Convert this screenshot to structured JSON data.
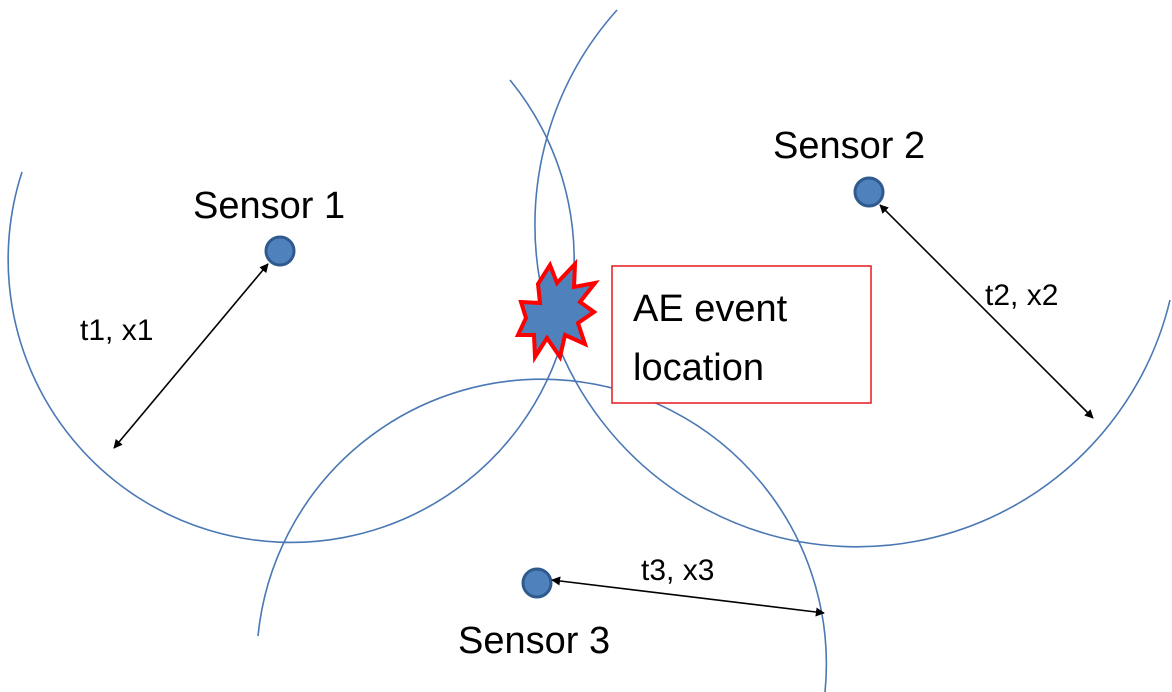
{
  "sensors": [
    {
      "id": "1",
      "label": "Sensor 1",
      "measure": "t1, x1"
    },
    {
      "id": "2",
      "label": "Sensor 2",
      "measure": "t2, x2"
    },
    {
      "id": "3",
      "label": "Sensor 3",
      "measure": "t3, x3"
    }
  ],
  "event": {
    "line1": "AE event",
    "line2": "location"
  },
  "colors": {
    "circle": "#4a78b4",
    "sensor_fill": "#4f81bd",
    "event_border": "#e8262b",
    "burst_outline": "#ff0000",
    "arrow": "#000000"
  }
}
